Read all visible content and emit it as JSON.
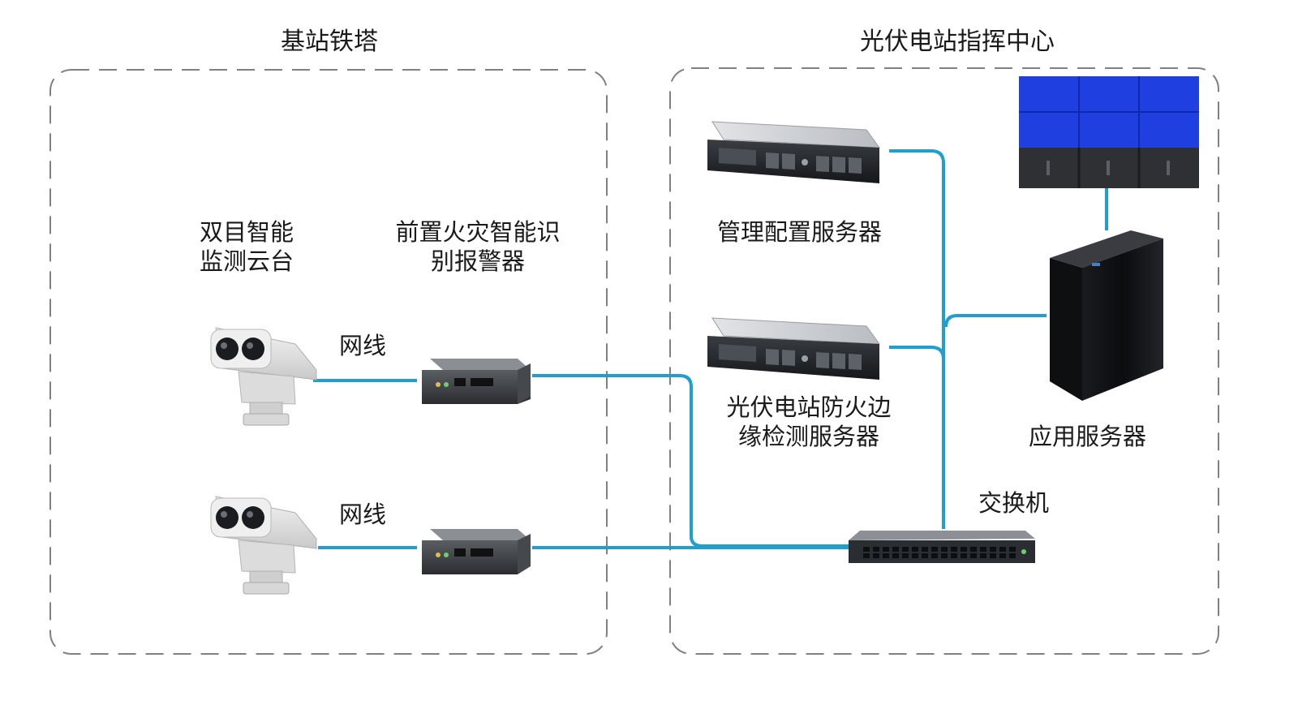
{
  "groups": {
    "tower": {
      "title": "基站铁塔"
    },
    "center": {
      "title": "光伏电站指挥中心"
    }
  },
  "labels": {
    "camera": [
      "双目智能",
      "监测云台"
    ],
    "alarm": [
      "前置火灾智能识",
      "别报警器"
    ],
    "cable_1": "网线",
    "cable_2": "网线",
    "mgmt_server": "管理配置服务器",
    "edge_server": [
      "光伏电站防火边",
      "缘检测服务器"
    ],
    "app_server": "应用服务器",
    "switch": "交换机"
  },
  "colors": {
    "link": "#1e9fd0",
    "boundary": "#808080",
    "video_wall": "#1f3fe0"
  },
  "icons": {
    "camera": "dual-lens-ptz-camera-icon",
    "alarm": "edge-alarm-box-icon",
    "rack_server": "rack-server-icon",
    "tower_server": "tower-server-icon",
    "switch": "network-switch-icon",
    "video_wall": "video-wall-icon"
  }
}
